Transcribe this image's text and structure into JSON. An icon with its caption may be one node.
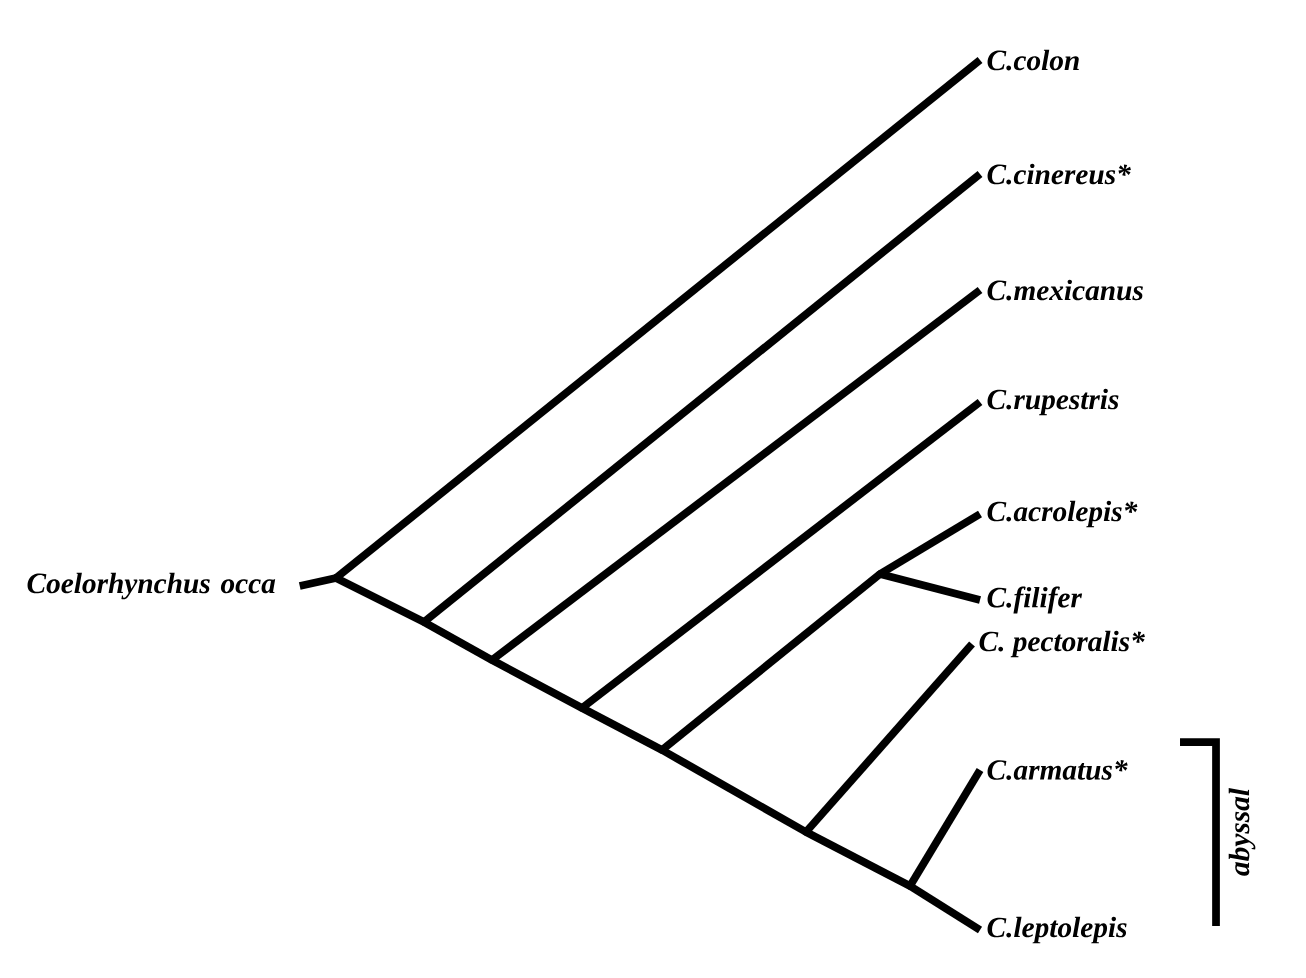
{
  "diagram": {
    "nodes": [
      {
        "text": [
          "*Coelorhynchus* *occa*"
        ]
      },
      {
        "text": [
          "C.colon"
        ]
      },
      {
        "text": [
          "C.cinereus*"
        ]
      },
      {
        "text": [
          "C.mexicanus"
        ]
      },
      {
        "text": [
          "C.rupestris"
        ]
      },
      {
        "text": [
          "C.acrolepis*"
        ]
      },
      {
        "text": [
          "C.filifer"
        ]
      },
      {
        "text": [
          "C. pectoralis*"
        ]
      },
      {
        "text": [
          "C.armatus*"
        ]
      },
      {
        "text": [
          "C.leptolepis"
        ]
      },
      {
        "text": [],
        "shape": "point"
      },
      {
        "text": [],
        "shape": "point"
      },
      {
        "text": [],
        "shape": "point"
      },
      {
        "text": [],
        "shape": "point"
      },
      {
        "text": [],
        "shape": "point"
      },
      {
        "text": [],
        "shape": "point"
      },
      {
        "text": [],
        "shape": "point"
      },
      {
        "text": [],
        "shape": "point"
      }
    ],
    "edges": [
      {
        "from": 0,
        "to": 10,
        "arrow": "none"
      },
      {
        "from": 10,
        "to": 1,
        "arrow": "none"
      },
      {
        "from": 10,
        "to": 11,
        "arrow": "none"
      },
      {
        "from": 11,
        "to": 2,
        "arrow": "none"
      },
      {
        "from": 11,
        "to": 12,
        "arrow": "none"
      },
      {
        "from": 12,
        "to": 3,
        "arrow": "none"
      },
      {
        "from": 12,
        "to": 13,
        "arrow": "none"
      },
      {
        "from": 13,
        "to": 4,
        "arrow": "none"
      },
      {
        "from": 13,
        "to": 14,
        "arrow": "none"
      },
      {
        "from": 14,
        "to": 17,
        "arrow": "none"
      },
      {
        "from": 17,
        "to": 5,
        "arrow": "none"
      },
      {
        "from": 17,
        "to": 6,
        "arrow": "none"
      },
      {
        "from": 14,
        "to": 15,
        "arrow": "none"
      },
      {
        "from": 15,
        "to": 7,
        "arrow": "none"
      },
      {
        "from": 15,
        "to": 16,
        "arrow": "none"
      },
      {
        "from": 16,
        "to": 8,
        "arrow": "none"
      },
      {
        "from": 16,
        "to": 9,
        "arrow": "none"
      }
    ],
    "labels": [
      "abyssal"
    ]
  }
}
